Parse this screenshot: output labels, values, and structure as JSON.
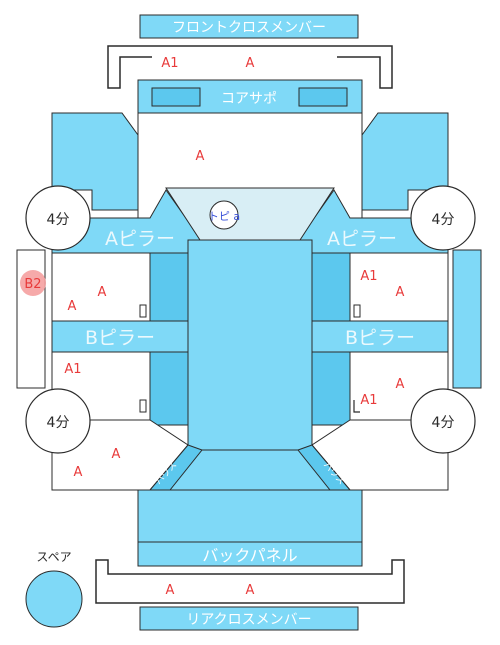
{
  "labels": {
    "front_cross_member": "フロントクロスメンバー",
    "core_support": "コアサポ",
    "back_panel": "バックパネル",
    "rear_cross_member": "リアクロスメンバー",
    "a_pillar_left": "Aピラー",
    "a_pillar_right": "Aピラー",
    "b_pillar_left": "Bピラー",
    "b_pillar_right": "Bピラー",
    "center_label": "トピ a",
    "spare": "スペア",
    "quarter_fl": "4分",
    "quarter_fr": "4分",
    "quarter_rl": "4分",
    "quarter_rr": "4分",
    "rear_left_diag": "ハウス",
    "rear_right_diag": "ハウス"
  },
  "marks": {
    "front_cross_a1": "A1",
    "front_cross_a": "A",
    "hood_a": "A",
    "left_b2": "B2",
    "left_front_a1": "A",
    "left_front_a2": "A",
    "left_rear_a1": "A1",
    "left_quarter_a1": "A",
    "left_quarter_a2": "A",
    "right_front_a1": "A1",
    "right_front_a": "A",
    "right_rear_a": "A",
    "right_rear_a1": "A1",
    "rear_cross_a1": "A",
    "rear_cross_a2": "A"
  },
  "colors": {
    "panel_fill": "#7fd9f7",
    "panel_fill_dark": "#5cc8ee",
    "outline": "#2b2b2b",
    "pillar_text": "#ffffff",
    "mark_red": "#e83a3a",
    "center_blue": "#3a52d8",
    "b2_badge": "#f5a0a0",
    "windshield": "#d8eef5"
  }
}
